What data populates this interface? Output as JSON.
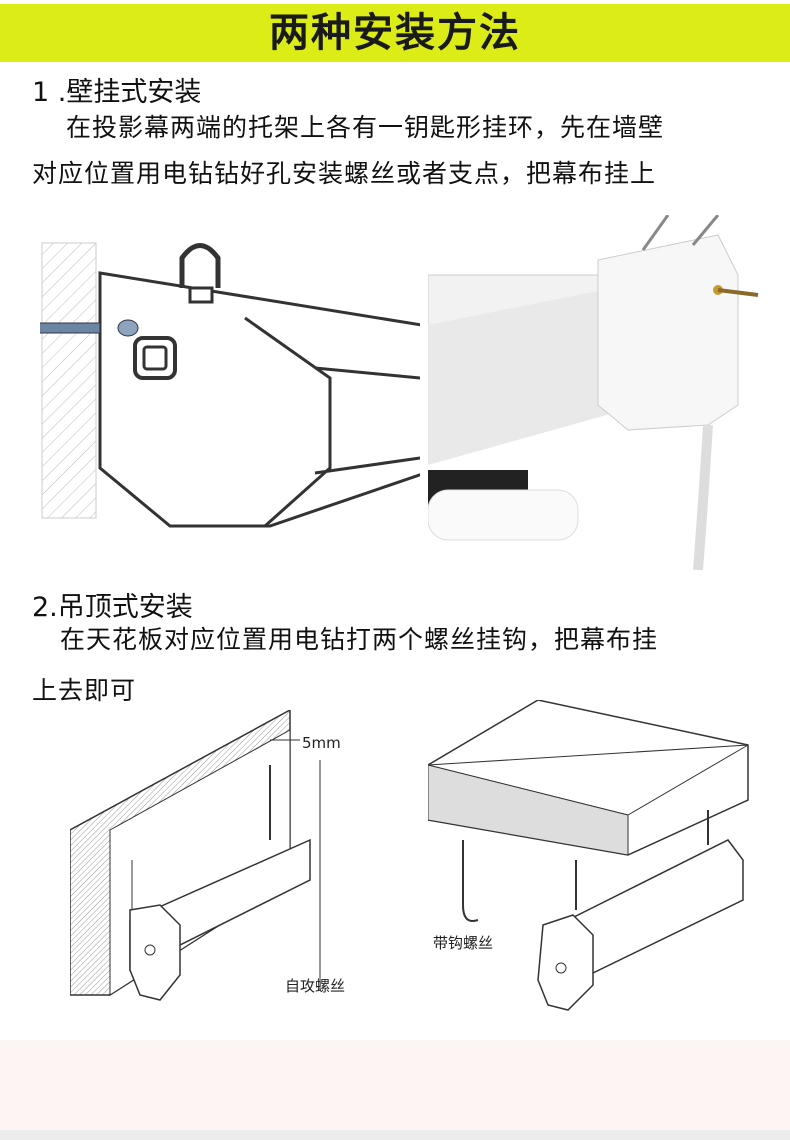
{
  "banner": {
    "title": "两种安装方法"
  },
  "section1": {
    "heading": "1 .壁挂式安装",
    "lines": [
      "在投影幕两端的托架上各有一钥匙形挂环，先在墙壁",
      "对应位置用电钻钻好孔安装螺丝或者支点，把幕布挂上"
    ]
  },
  "section2": {
    "heading": "2.吊顶式安装",
    "lines": [
      "在天花板对应位置用电钻打两个螺丝挂钩，把幕布挂",
      "上去即可"
    ]
  },
  "figure_wall": {
    "dim_label": "5mm",
    "screw_label": "自攻螺丝"
  },
  "figure_ceiling": {
    "hook_label": "带钩螺丝"
  },
  "colors": {
    "banner": "#dcec16",
    "footer": "#fdf4f4"
  }
}
